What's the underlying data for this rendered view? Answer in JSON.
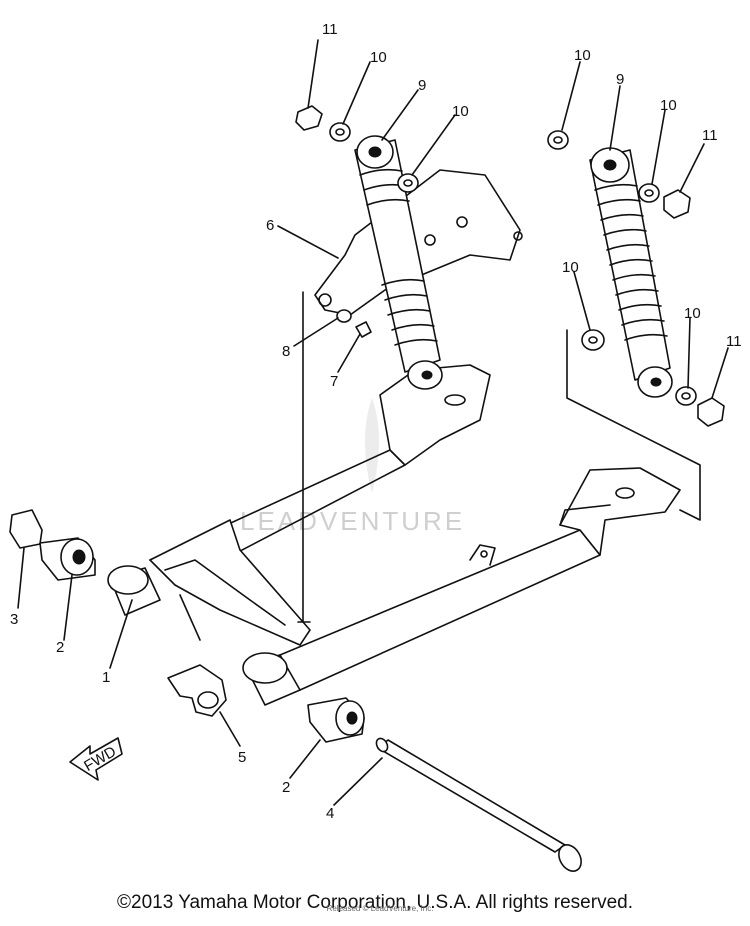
{
  "callouts": {
    "n1": "1",
    "n2a": "2",
    "n2b": "2",
    "n3": "3",
    "n4": "4",
    "n5": "5",
    "n6": "6",
    "n7": "7",
    "n8": "8",
    "n9a": "9",
    "n9b": "9",
    "n10a": "10",
    "n10b": "10",
    "n10c": "10",
    "n10d": "10",
    "n10e": "10",
    "n10f": "10",
    "n11a": "11",
    "n11b": "11",
    "n11c": "11"
  },
  "fwd_label": "FWD",
  "watermark": "LEADVENTURE",
  "copyright": "©2013 Yamaha Motor Corporation, U.S.A. All rights reserved.",
  "fine_print": "Released © LeadVenture, Inc."
}
